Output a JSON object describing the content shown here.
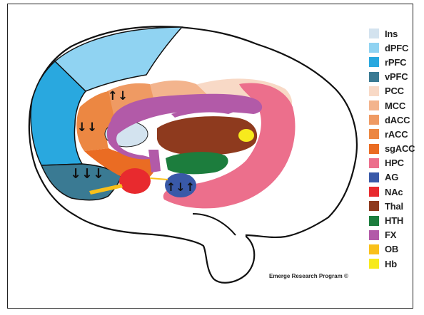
{
  "legend": [
    {
      "label": "Ins",
      "color": "#d3e3ef"
    },
    {
      "label": "dPFC",
      "color": "#90d3f2"
    },
    {
      "label": "rPFC",
      "color": "#29a8df"
    },
    {
      "label": "vPFC",
      "color": "#3a7a93"
    },
    {
      "label": "PCC",
      "color": "#f8d9c6"
    },
    {
      "label": "MCC",
      "color": "#f3b48d"
    },
    {
      "label": "dACC",
      "color": "#ef9a63"
    },
    {
      "label": "rACC",
      "color": "#ec8742"
    },
    {
      "label": "sgACC",
      "color": "#ea6c23"
    },
    {
      "label": "HPC",
      "color": "#ec6f8c"
    },
    {
      "label": "AG",
      "color": "#3959a8"
    },
    {
      "label": "NAc",
      "color": "#e82a2e"
    },
    {
      "label": "Thal",
      "color": "#8e3a1e"
    },
    {
      "label": "HTH",
      "color": "#1c7d3d"
    },
    {
      "label": "FX",
      "color": "#b25aa8"
    },
    {
      "label": "OB",
      "color": "#f9c01a"
    },
    {
      "label": "Hb",
      "color": "#f7ea1d"
    }
  ],
  "credit": "Emerge Research Program ©",
  "arrow_marks": [
    {
      "region": "dACC",
      "arrows": "↑↓"
    },
    {
      "region": "rACC",
      "arrows": "↓↓"
    },
    {
      "region": "vPFC",
      "arrows": "↓↓↓"
    },
    {
      "region": "AG",
      "arrows": "↑↓↑"
    }
  ]
}
